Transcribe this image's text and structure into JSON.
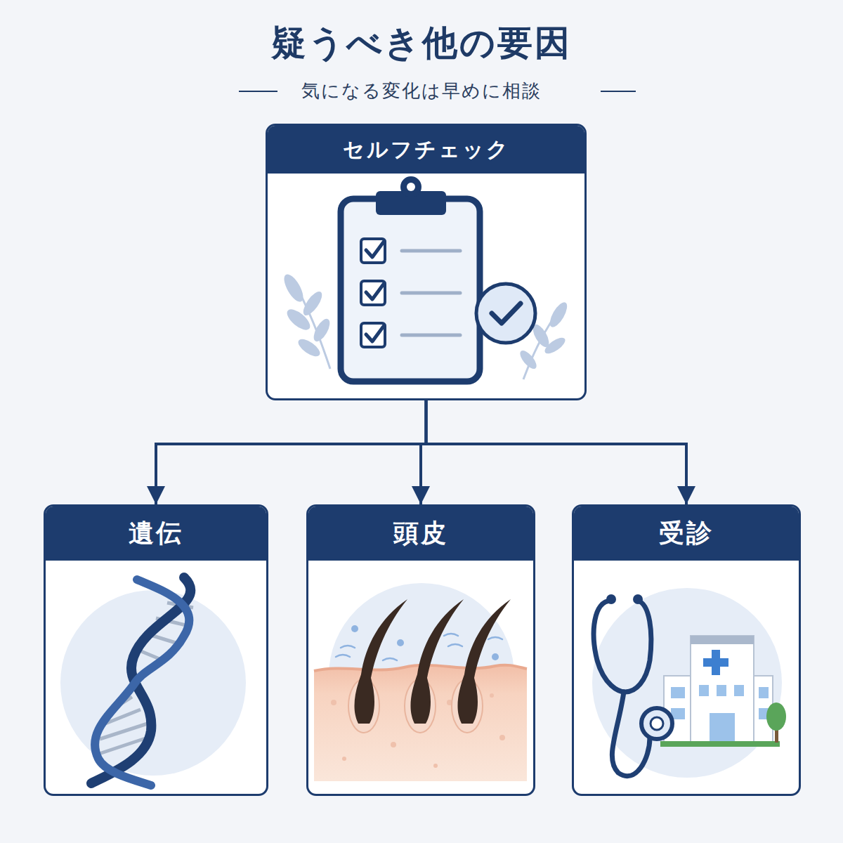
{
  "diagram": {
    "title": "疑うべき他の要因",
    "nodes": [
      {
        "text": [
          "セルフチェック"
        ]
      },
      {
        "text": [
          "遺伝"
        ]
      },
      {
        "text": [
          "頭皮"
        ]
      },
      {
        "text": [
          "受診"
        ]
      }
    ],
    "edges": [
      {
        "from": 0,
        "to": 1,
        "arrow": "to"
      },
      {
        "from": 0,
        "to": 2,
        "arrow": "to"
      },
      {
        "from": 0,
        "to": 3,
        "arrow": "to"
      }
    ],
    "labels": [
      "気になる変化は早めに相談"
    ]
  }
}
